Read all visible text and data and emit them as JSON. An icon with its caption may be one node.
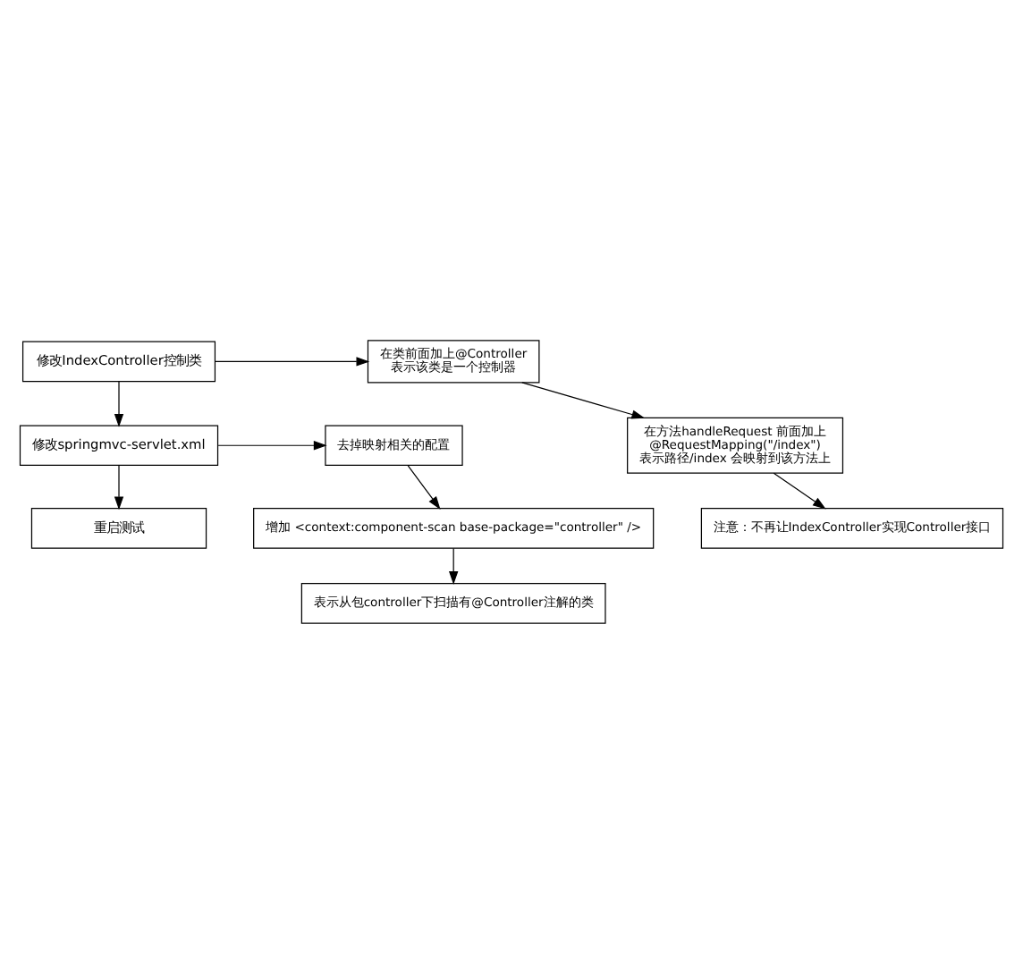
{
  "diagram": {
    "nodes": [
      {
        "text": [
          "修改IndexController控制类"
        ]
      },
      {
        "text": [
          "在类前面加上@Controller 表示该类是一个控制器"
        ]
      },
      {
        "text": [
          "在方法handleRequest 前面加上 @RequestMapping(\"/index\") 表示路径/index 会映射到该方法上"
        ]
      },
      {
        "text": [
          "注意：不再让IndexController实现Controller接口"
        ]
      },
      {
        "text": [
          "修改springmvc-servlet.xml"
        ]
      },
      {
        "text": [
          "去掉映射相关的配置"
        ]
      },
      {
        "text": [
          "增加 <context:component-scan base-package=\"controller\" />"
        ]
      },
      {
        "text": [
          "表示从包controller下扫描有@Controller注解的类"
        ]
      },
      {
        "text": [
          "重启测试"
        ]
      }
    ],
    "edges": [
      {
        "from": 0,
        "to": 1,
        "arrow": "to"
      },
      {
        "from": 1,
        "to": 2,
        "arrow": "to"
      },
      {
        "from": 2,
        "to": 3,
        "arrow": "to"
      },
      {
        "from": 0,
        "to": 4,
        "arrow": "to"
      },
      {
        "from": 4,
        "to": 5,
        "arrow": "to"
      },
      {
        "from": 5,
        "to": 6,
        "arrow": "to"
      },
      {
        "from": 6,
        "to": 7,
        "arrow": "to"
      },
      {
        "from": 4,
        "to": 8,
        "arrow": "to"
      }
    ]
  }
}
